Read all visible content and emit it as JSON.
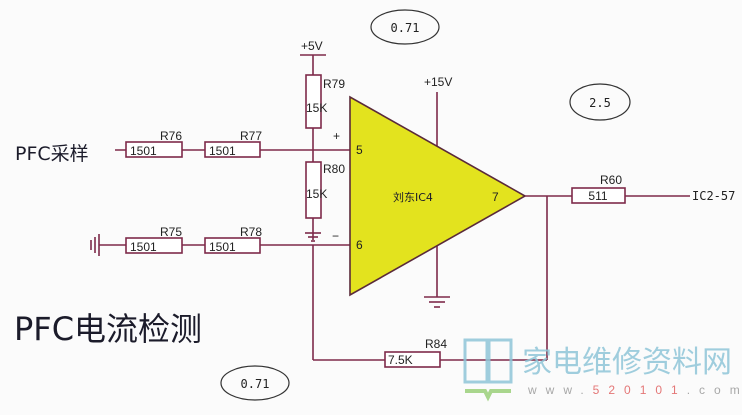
{
  "annotations": {
    "v_top": "0.71",
    "v_out": "2.5",
    "v_bottom": "0.71"
  },
  "power": {
    "plus5v": "+5V",
    "plus15v": "+15V"
  },
  "inputs": {
    "pfc_sample": "PFC采样"
  },
  "title": "PFC电流检测",
  "opamp": {
    "label": "刘东IC4",
    "pin_plus": "5",
    "pin_minus": "6",
    "pin_out": "7",
    "plus_sign": "+",
    "minus_sign": "−"
  },
  "resistors": {
    "R76": {
      "name": "R76",
      "value": "1501"
    },
    "R77": {
      "name": "R77",
      "value": "1501"
    },
    "R75": {
      "name": "R75",
      "value": "1501"
    },
    "R78": {
      "name": "R78",
      "value": "1501"
    },
    "R79": {
      "name": "R79",
      "value": "15K"
    },
    "R80": {
      "name": "R80",
      "value": "15K"
    },
    "R60": {
      "name": "R60",
      "value": "511"
    },
    "R84": {
      "name": "R84",
      "value": "7.5K"
    }
  },
  "output_net": "IC2-57",
  "watermark": {
    "site_name": "家电维修资料网",
    "url_prefix": "www.",
    "url_num": "520101",
    "url_suffix": ".com"
  },
  "colors": {
    "opamp_fill": "#e3e31e",
    "wire": "#7e2a4a"
  }
}
